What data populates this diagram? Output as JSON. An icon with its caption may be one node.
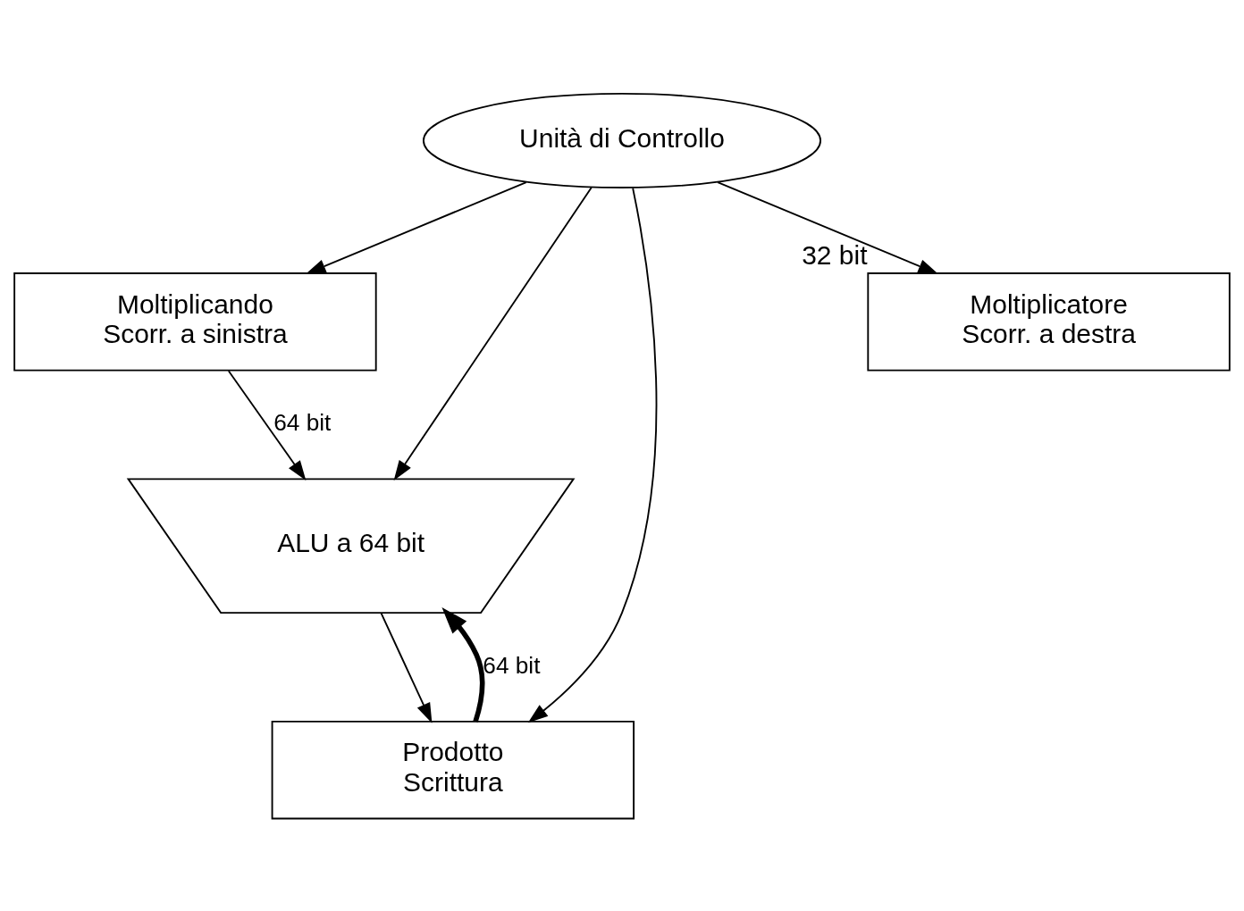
{
  "diagram": {
    "nodes": [
      {
        "text": [
          "Moltiplicando",
          "Scorr. a sinistra"
        ]
      },
      {
        "text": [
          "ALU a 64 bit"
        ]
      },
      {
        "text": [
          "Prodotto",
          "Scrittura"
        ]
      },
      {
        "text": [
          "Moltiplicatore",
          "Scorr. a destra"
        ],
        "beside": [
          "32 bit"
        ]
      },
      {
        "text": [
          "Unità di Controllo"
        ]
      }
    ],
    "edges": [
      {
        "from": 0,
        "to": 1,
        "arrow": "to",
        "label": "64 bit"
      },
      {
        "from": 1,
        "to": 2,
        "arrow": "to"
      },
      {
        "from": 2,
        "to": 1,
        "arrow": "to",
        "label": "64 bit",
        "style": "thick"
      },
      {
        "from": 4,
        "to": 0,
        "arrow": "to"
      },
      {
        "from": 4,
        "to": 1,
        "arrow": "to"
      },
      {
        "from": 4,
        "to": 2,
        "arrow": "to"
      },
      {
        "from": 4,
        "to": 3,
        "arrow": "to"
      }
    ]
  }
}
